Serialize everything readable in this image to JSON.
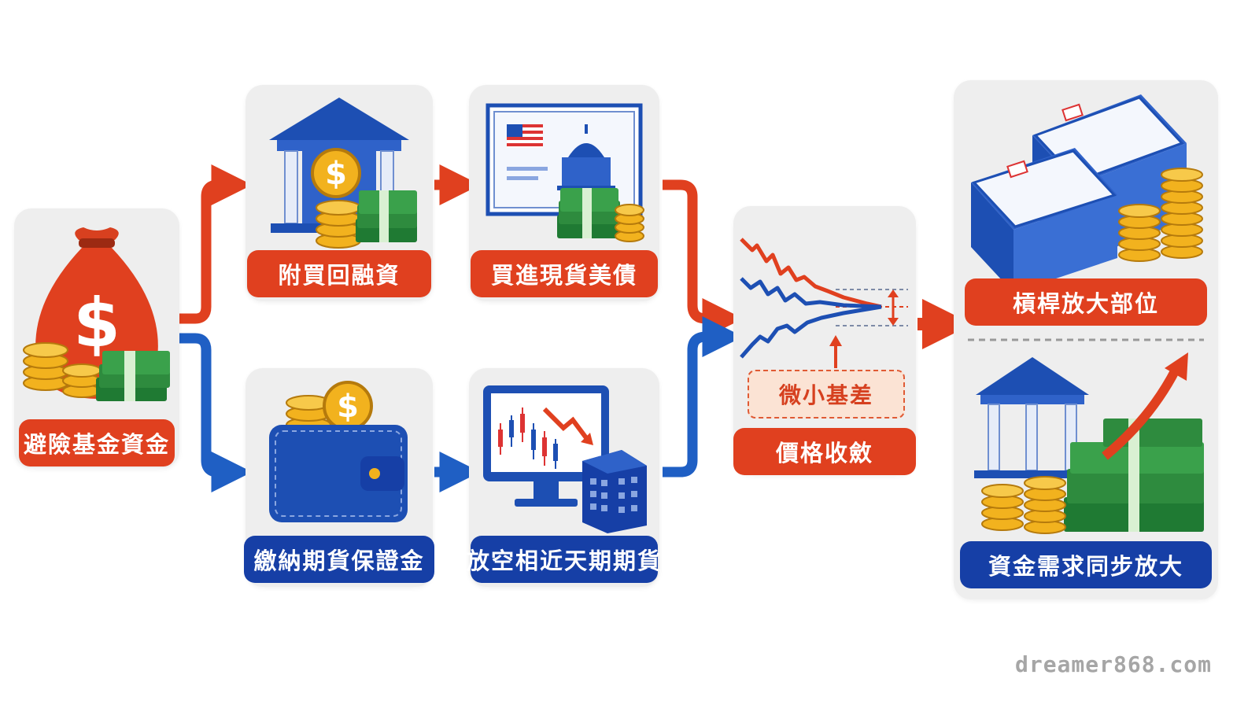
{
  "nodes": {
    "hedge_fund": "避險基金資金",
    "repo": "附買回融資",
    "buy_treasury": "買進現貨美債",
    "futures_margin": "繳納期貨保證金",
    "short_futures": "放空相近天期期貨",
    "convergence": "價格收斂",
    "small_basis": "微小基差",
    "leverage": "槓桿放大部位",
    "funding": "資金需求同步放大"
  },
  "watermark": "dreamer868.com",
  "colors": {
    "red": "#e0401f",
    "blue": "#163fa6",
    "green": "#2e8b3e",
    "gold": "#f2b21e"
  }
}
